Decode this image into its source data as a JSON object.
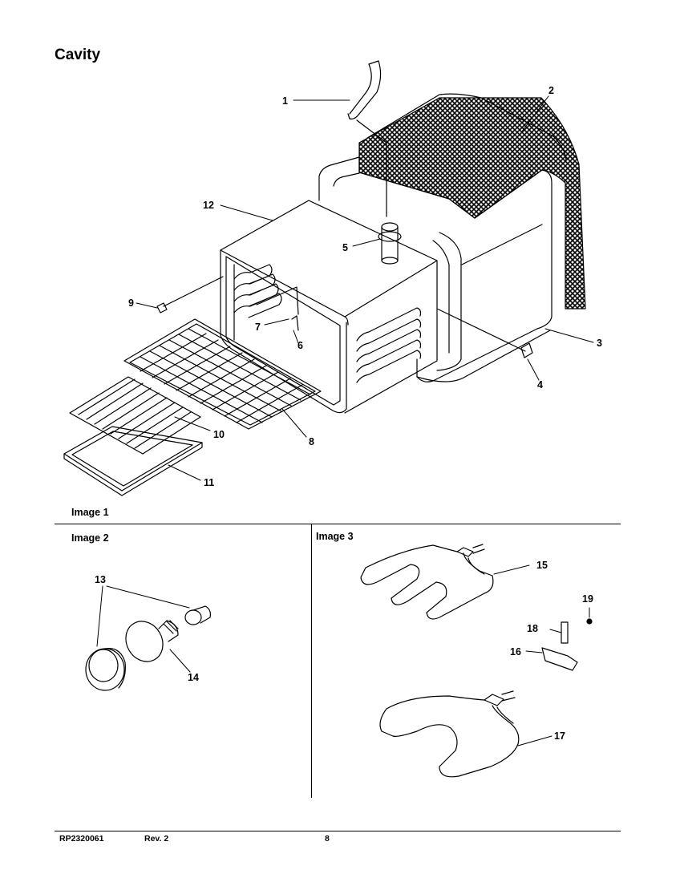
{
  "page": {
    "title": "Cavity",
    "image1_label": "Image 1",
    "image2_label": "Image 2",
    "image3_label": "Image 3"
  },
  "callouts": [
    "1",
    "2",
    "3",
    "4",
    "5",
    "6",
    "7",
    "8",
    "9",
    "10",
    "11",
    "12",
    "13",
    "14",
    "15",
    "16",
    "17",
    "18",
    "19"
  ],
  "footer": {
    "part_number": "RP2320061",
    "revision": "Rev. 2",
    "page_number": "8"
  }
}
